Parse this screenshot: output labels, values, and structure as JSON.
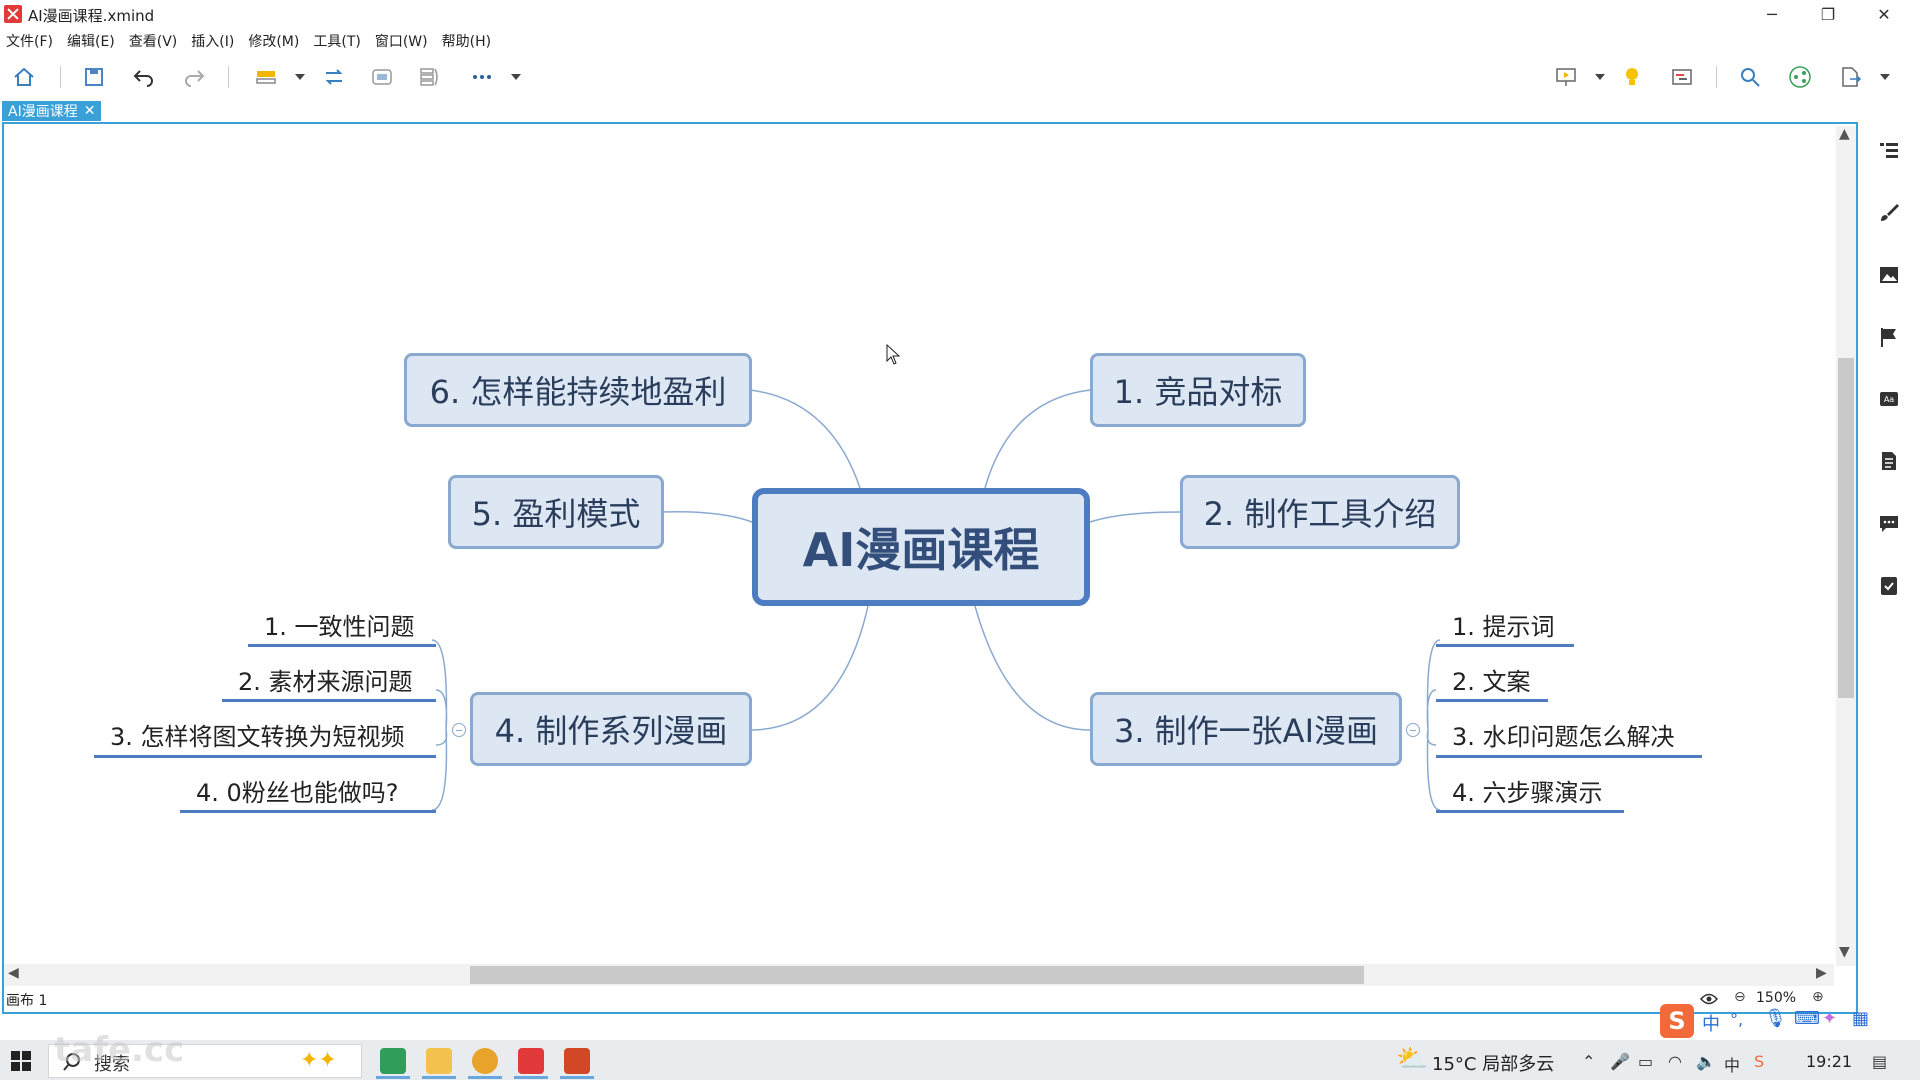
{
  "window": {
    "title": "AI漫画课程.xmind",
    "minimize": "─",
    "restore": "❐",
    "close": "✕"
  },
  "menu": [
    "文件(F)",
    "编辑(E)",
    "查看(V)",
    "插入(I)",
    "修改(M)",
    "工具(T)",
    "窗口(W)",
    "帮助(H)"
  ],
  "tab": {
    "label": "AI漫画课程",
    "close": "✕"
  },
  "mindmap": {
    "central": "AI漫画课程",
    "topics": {
      "t1": "1. 竞品对标",
      "t2": "2. 制作工具介绍",
      "t3": "3. 制作一张AI漫画",
      "t4": "4. 制作系列漫画",
      "t5": "5. 盈利模式",
      "t6": "6. 怎样能持续地盈利"
    },
    "t3_children": [
      "1. 提示词",
      "2. 文案",
      "3. 水印问题怎么解决",
      "4. 六步骤演示"
    ],
    "t4_children": [
      "1. 一致性问题",
      "2. 素材来源问题",
      "3. 怎样将图文转换为短视频",
      "4. 0粉丝也能做吗?"
    ]
  },
  "statusbar": {
    "sheet": "画布 1",
    "zoom": "150%"
  },
  "taskbar": {
    "search": "搜索",
    "weather": "15°C  局部多云",
    "clock": "19:21",
    "ime_chinese": "中"
  },
  "watermark": "tafe.cc",
  "colors": {
    "accent": "#3aa0d8",
    "node_fill": "#dde7f4",
    "node_border": "#8aa9d0",
    "central_border": "#4d7cc0"
  }
}
